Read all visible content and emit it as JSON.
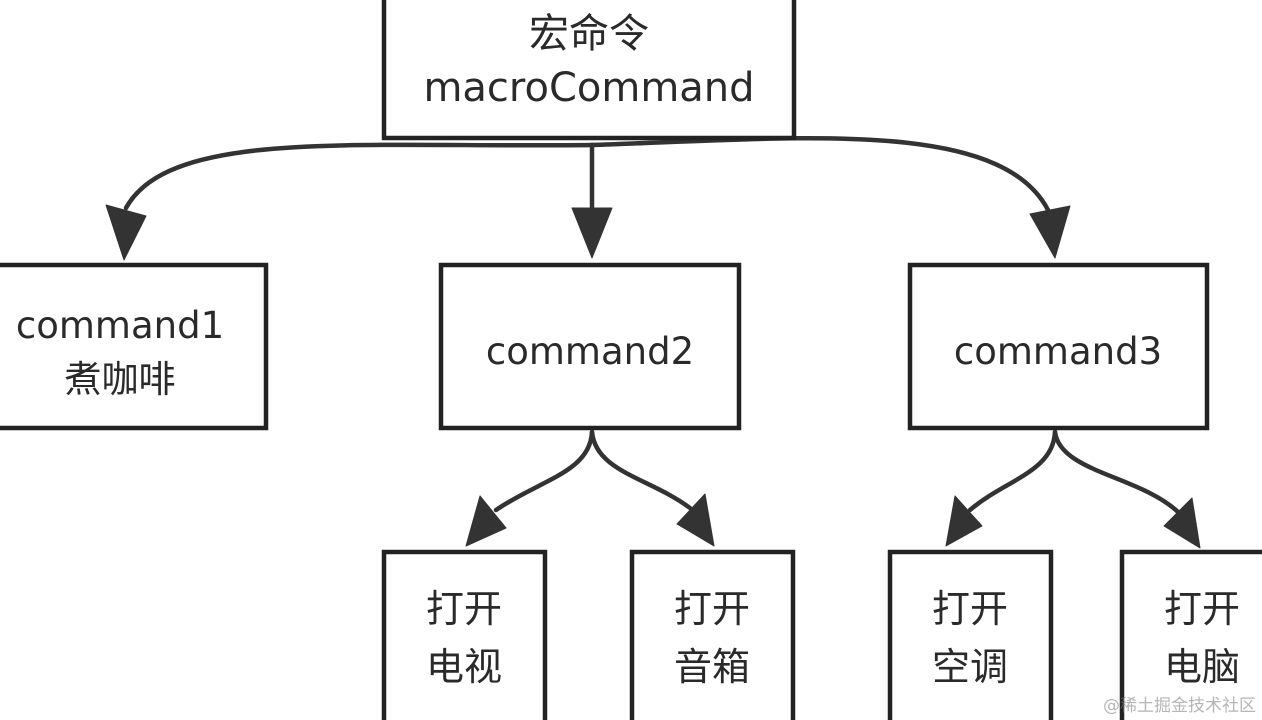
{
  "nodes": {
    "root": {
      "line1": "宏命令",
      "line2": "macroCommand"
    },
    "command1": {
      "line1": "command1",
      "line2": "煮咖啡"
    },
    "command2": {
      "line1": "command2"
    },
    "command3": {
      "line1": "command3"
    },
    "tv": {
      "line1": "打开",
      "line2": "电视"
    },
    "speaker": {
      "line1": "打开",
      "line2": "音箱"
    },
    "ac": {
      "line1": "打开",
      "line2": "空调"
    },
    "computer": {
      "line1": "打开",
      "line2": "电脑"
    }
  },
  "edges": [
    {
      "from": "root",
      "to": "command1"
    },
    {
      "from": "root",
      "to": "command2"
    },
    {
      "from": "root",
      "to": "command3"
    },
    {
      "from": "command2",
      "to": "tv"
    },
    {
      "from": "command2",
      "to": "speaker"
    },
    {
      "from": "command3",
      "to": "ac"
    },
    {
      "from": "command3",
      "to": "computer"
    }
  ],
  "watermark": "@稀土掘金技术社区"
}
